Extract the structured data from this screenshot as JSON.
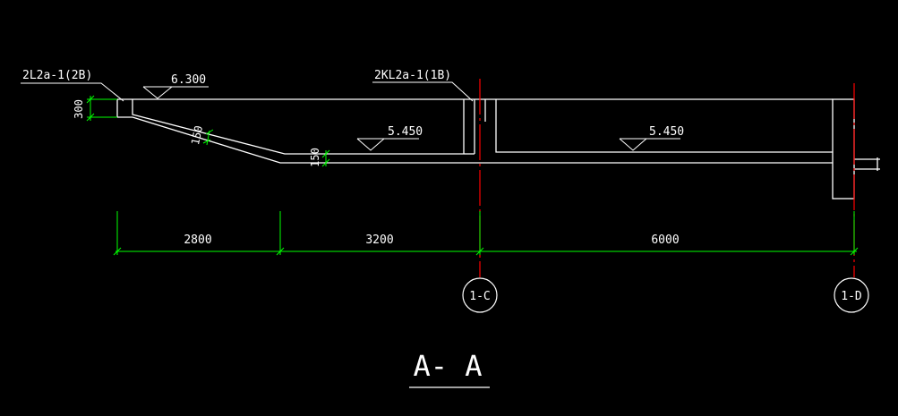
{
  "colors": {
    "background": "#000000",
    "outline": "#ffffff",
    "dimension": "#00ff00",
    "axis": "#ff0000"
  },
  "labels": {
    "beam_left": "2L2a-1(2B)",
    "beam_mid": "2KL2a-1(1B)"
  },
  "elevations": {
    "top": "6.300",
    "mid": "5.450",
    "right": "5.450"
  },
  "dimensions": {
    "span_1": "2800",
    "span_2": "3200",
    "span_3": "6000",
    "height_300": "300",
    "thickness_150_a": "150",
    "thickness_150_b": "150"
  },
  "axes": {
    "c": "1-C",
    "d": "1-D"
  },
  "section": {
    "title": "A- A"
  }
}
